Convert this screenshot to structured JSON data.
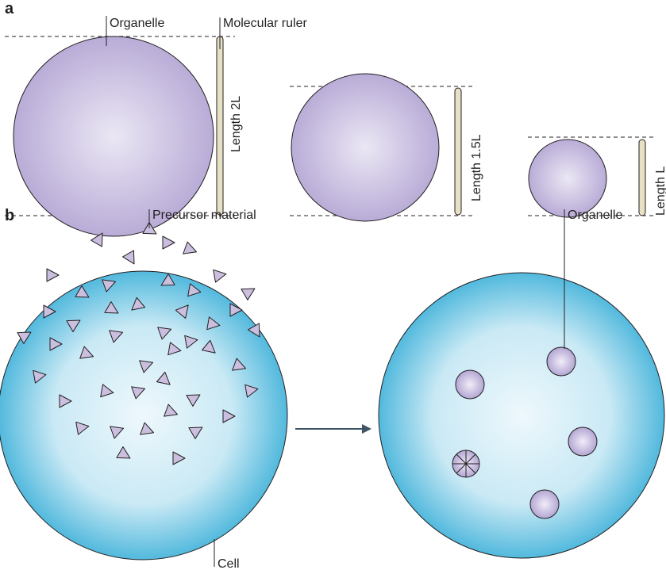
{
  "panel_a": {
    "letter": "a",
    "organelle_label": "Organelle",
    "ruler_label": "Molecular ruler",
    "length_labels": [
      "Length 2L",
      "Length 1.5L",
      "Length L"
    ]
  },
  "panel_b": {
    "letter": "b",
    "precursor_label": "Precursor material",
    "cell_label": "Cell",
    "organelle_label": "Organelle"
  },
  "colors": {
    "organelle_fill": "#c3b7dd",
    "organelle_highlight": "#ebe7f4",
    "ruler_fill": "#e6e0c4",
    "cell_edge": "#5bbfdf",
    "cell_center": "#eef8fc",
    "precursor_fill": "#cbbfe0",
    "arrow": "#3f5566"
  }
}
